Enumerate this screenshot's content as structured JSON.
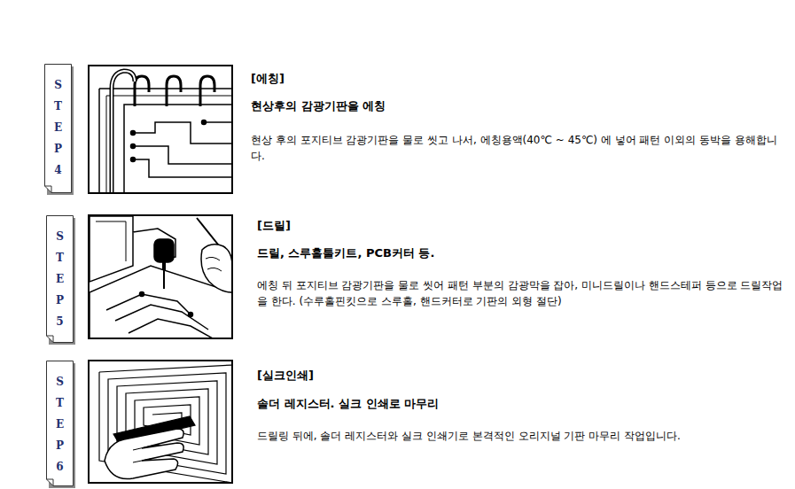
{
  "diagram": {
    "nodes": [
      {
        "text": [
          "STEP 4"
        ]
      },
      {
        "text": [
          "STEP 5"
        ]
      },
      {
        "text": [
          "STEP 6"
        ]
      }
    ],
    "labels": [
      "[에칭]",
      "현상후의 감광기판을 에칭",
      "현상 후의 포지티브 감광기판을 물로 씻고 나서, 에칭용액(40℃ ~ 45℃) 에 넣어 패턴 이외의 동박을 용해합니다.",
      "[드릴]",
      "드릴, 스루홀툴키트, PCB커터 등.",
      "에칭 뒤 포지티브 감광기판을 물로 씻어 패턴 부분의 감광막을 잡아, 미니드릴이나 핸드스테퍼 등으로 드릴작업을 한다. (수루홀핀킷으로 스루홀, 핸드커터로 기판의 외형 절단)",
      "[실크인쇄]",
      "솔더 레지스터. 실크 인쇄로 마무리",
      "드릴링 뒤에, 솔더 레지스터와 실크 인쇄기로 본격적인 오리지널 기판 마무리 작업입니다."
    ]
  }
}
